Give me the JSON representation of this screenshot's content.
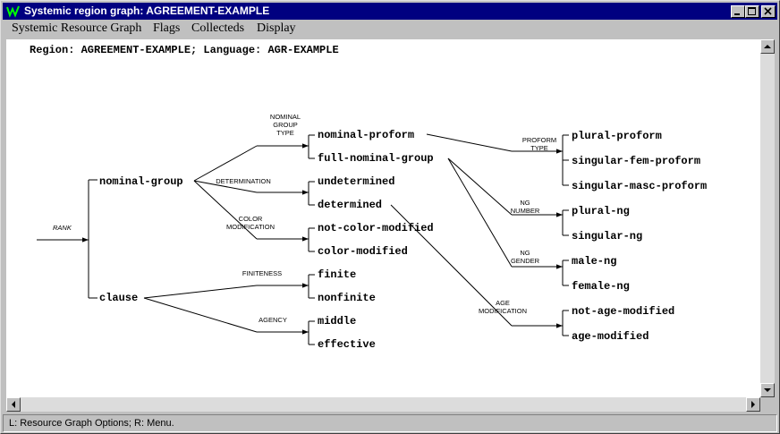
{
  "window": {
    "title": "Systemic region graph: AGREEMENT-EXAMPLE",
    "icon": "graph-app-icon"
  },
  "menu": [
    "Systemic Resource Graph",
    "Flags",
    "Collecteds",
    "Display"
  ],
  "header_text": "Region: AGREEMENT-EXAMPLE; Language: AGR-EXAMPLE",
  "graph": {
    "systems": {
      "rank": "RANK",
      "nominal_group_type": [
        "NOMINAL",
        "GROUP",
        "TYPE"
      ],
      "determination": "DETERMINATION",
      "color_modification": [
        "COLOR",
        "MODIFICATION"
      ],
      "finiteness": "FINITENESS",
      "agency": "AGENCY",
      "proform_type": [
        "PROFORM",
        "TYPE"
      ],
      "ng_number": [
        "NG",
        "NUMBER"
      ],
      "ng_gender": [
        "NG",
        "GENDER"
      ],
      "age_modification": [
        "AGE",
        "MODIFICATION"
      ]
    },
    "features": {
      "nominal_group": "nominal-group",
      "clause": "clause",
      "nominal_proform": "nominal-proform",
      "full_nominal_group": "full-nominal-group",
      "undetermined": "undetermined",
      "determined": "determined",
      "not_color_modified": "not-color-modified",
      "color_modified": "color-modified",
      "finite": "finite",
      "nonfinite": "nonfinite",
      "middle": "middle",
      "effective": "effective",
      "plural_proform": "plural-proform",
      "singular_fem_proform": "singular-fem-proform",
      "singular_masc_proform": "singular-masc-proform",
      "plural_ng": "plural-ng",
      "singular_ng": "singular-ng",
      "male_ng": "male-ng",
      "female_ng": "female-ng",
      "not_age_modified": "not-age-modified",
      "age_modified": "age-modified"
    }
  },
  "status": "L: Resource Graph Options; R: Menu."
}
